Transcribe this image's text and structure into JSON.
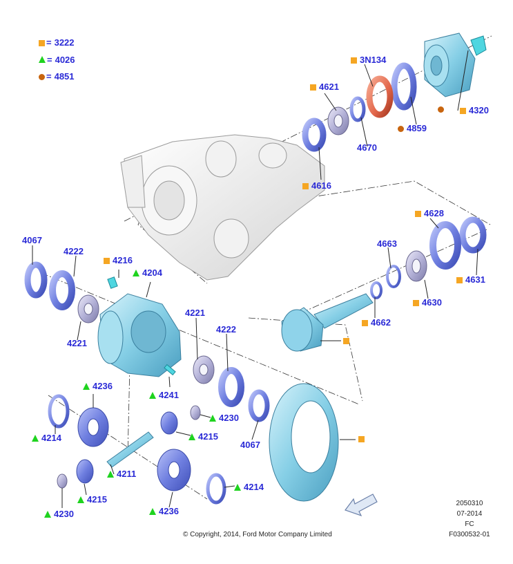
{
  "legend": [
    {
      "marker": "square",
      "eq": "=",
      "part": "3222"
    },
    {
      "marker": "triangle",
      "eq": "=",
      "part": "4026"
    },
    {
      "marker": "circle",
      "eq": "=",
      "part": "4851"
    }
  ],
  "labels": {
    "l3N134": "3N134",
    "l4621": "4621",
    "l4320": "4320",
    "l4859": "4859",
    "l4670": "4670",
    "l4616": "4616",
    "l4628": "4628",
    "l4663": "4663",
    "l4631": "4631",
    "l4630": "4630",
    "l4662": "4662",
    "l4067a": "4067",
    "l4222a": "4222",
    "l4216": "4216",
    "l4204": "4204",
    "l4221a": "4221",
    "l4221b": "4221",
    "l4222b": "4222",
    "l4241": "4241",
    "l4236a": "4236",
    "l4214a": "4214",
    "l4230a": "4230",
    "l4215a": "4215",
    "l4067b": "4067",
    "l4211": "4211",
    "l4214b": "4214",
    "l4215b": "4215",
    "l4230b": "4230",
    "l4236b": "4236"
  },
  "meta": {
    "code": "2050310",
    "date": "07-2014",
    "fc": "FC",
    "ref": "F0300532-01",
    "copyright": "© Copyright, 2014, Ford Motor Company Limited"
  },
  "colors": {
    "label": "#2a2ad6",
    "square": "#f5a623",
    "triangle": "#1fd31f",
    "circle": "#c8650f",
    "part_blue": "#7b8ae6",
    "part_cyan": "#8fd3ea",
    "part_red": "#e2664a",
    "housing": "#f0f0f0"
  }
}
